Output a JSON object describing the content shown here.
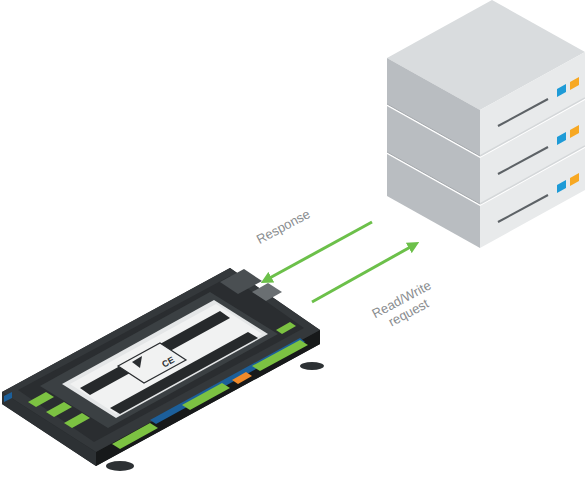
{
  "diagram": {
    "labels": [
      "Response",
      "Read/Write request",
      "CE"
    ]
  }
}
